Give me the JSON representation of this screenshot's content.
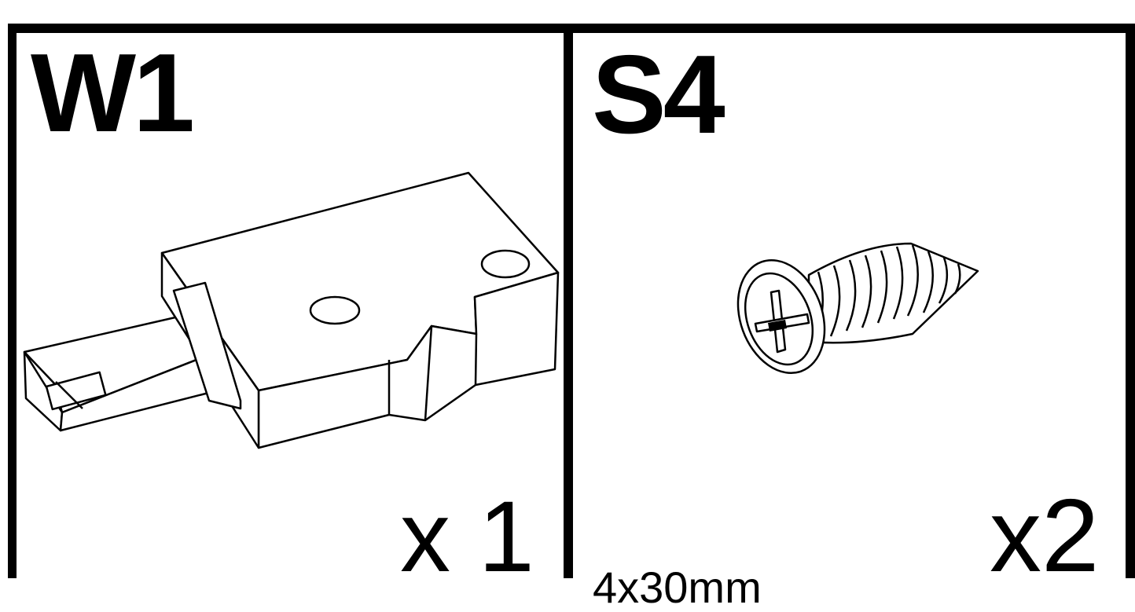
{
  "parts": [
    {
      "code": "W1",
      "icon": "connector-bracket-icon",
      "size": "",
      "quantity": "x 1"
    },
    {
      "code": "S4",
      "icon": "phillips-screw-icon",
      "size": "4x30mm",
      "quantity": "x2"
    }
  ]
}
